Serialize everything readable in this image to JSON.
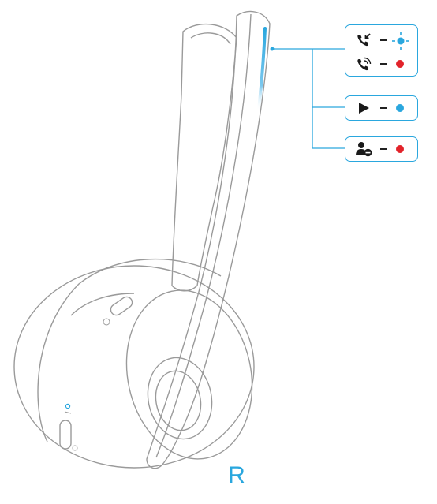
{
  "side_label": "R",
  "colors": {
    "accent": "#2aa7de",
    "led_blue": "#2aa7de",
    "led_red": "#e2232a",
    "outline": "#9a9a9a"
  },
  "indicators": [
    {
      "icon": "incoming-call-icon",
      "dash": "–",
      "led": "blue-flashing"
    },
    {
      "icon": "ringing-call-icon",
      "dash": "–",
      "led": "red"
    },
    {
      "icon": "play-icon",
      "dash": "–",
      "led": "blue"
    },
    {
      "icon": "user-busy-icon",
      "dash": "–",
      "led": "red"
    }
  ]
}
